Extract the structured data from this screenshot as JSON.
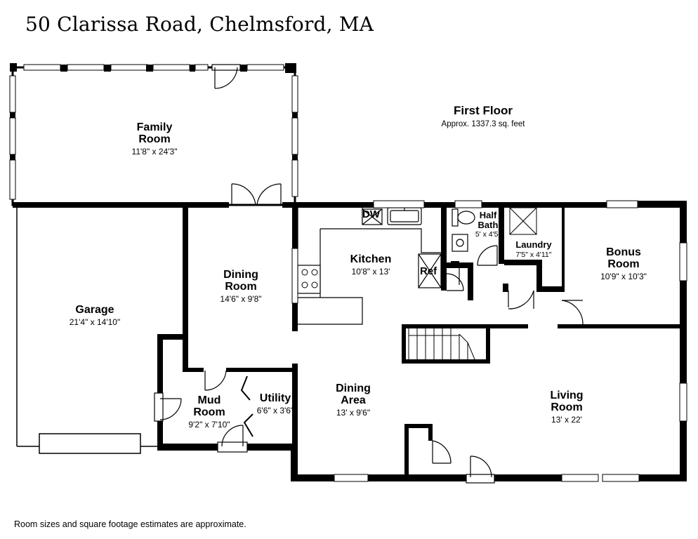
{
  "header": {
    "title": "50 Clarissa Road, Chelmsford, MA"
  },
  "floor": {
    "name": "First Floor",
    "area": "Approx. 1337.3 sq. feet"
  },
  "rooms": {
    "family_room": {
      "name_line1": "Family",
      "name_line2": "Room",
      "dims": "11'8\" x 24'3\""
    },
    "garage": {
      "name": "Garage",
      "dims": "21'4\" x 14'10\""
    },
    "dining_room": {
      "name_line1": "Dining",
      "name_line2": "Room",
      "dims": "14'6\" x 9'8\""
    },
    "kitchen": {
      "name": "Kitchen",
      "dims": "10'8\" x 13'"
    },
    "half_bath": {
      "name_line1": "Half",
      "name_line2": "Bath",
      "dims": "5' x 4'5\""
    },
    "laundry": {
      "name": "Laundry",
      "dims": "7'5\" x 4'11\""
    },
    "bonus_room": {
      "name_line1": "Bonus",
      "name_line2": "Room",
      "dims": "10'9\" x 10'3\""
    },
    "mud_room": {
      "name_line1": "Mud",
      "name_line2": "Room",
      "dims": "9'2\" x 7'10\""
    },
    "utility": {
      "name": "Utility",
      "dims": "6'6\" x 3'6\""
    },
    "dining_area": {
      "name_line1": "Dining",
      "name_line2": "Area",
      "dims": "13' x 9'6\""
    },
    "living_room": {
      "name_line1": "Living",
      "name_line2": "Room",
      "dims": "13' x 22'"
    }
  },
  "fixtures": {
    "dishwasher": "DW",
    "refrigerator": "Ref"
  },
  "footer": {
    "note": "Room sizes and square footage estimates are approximate."
  }
}
